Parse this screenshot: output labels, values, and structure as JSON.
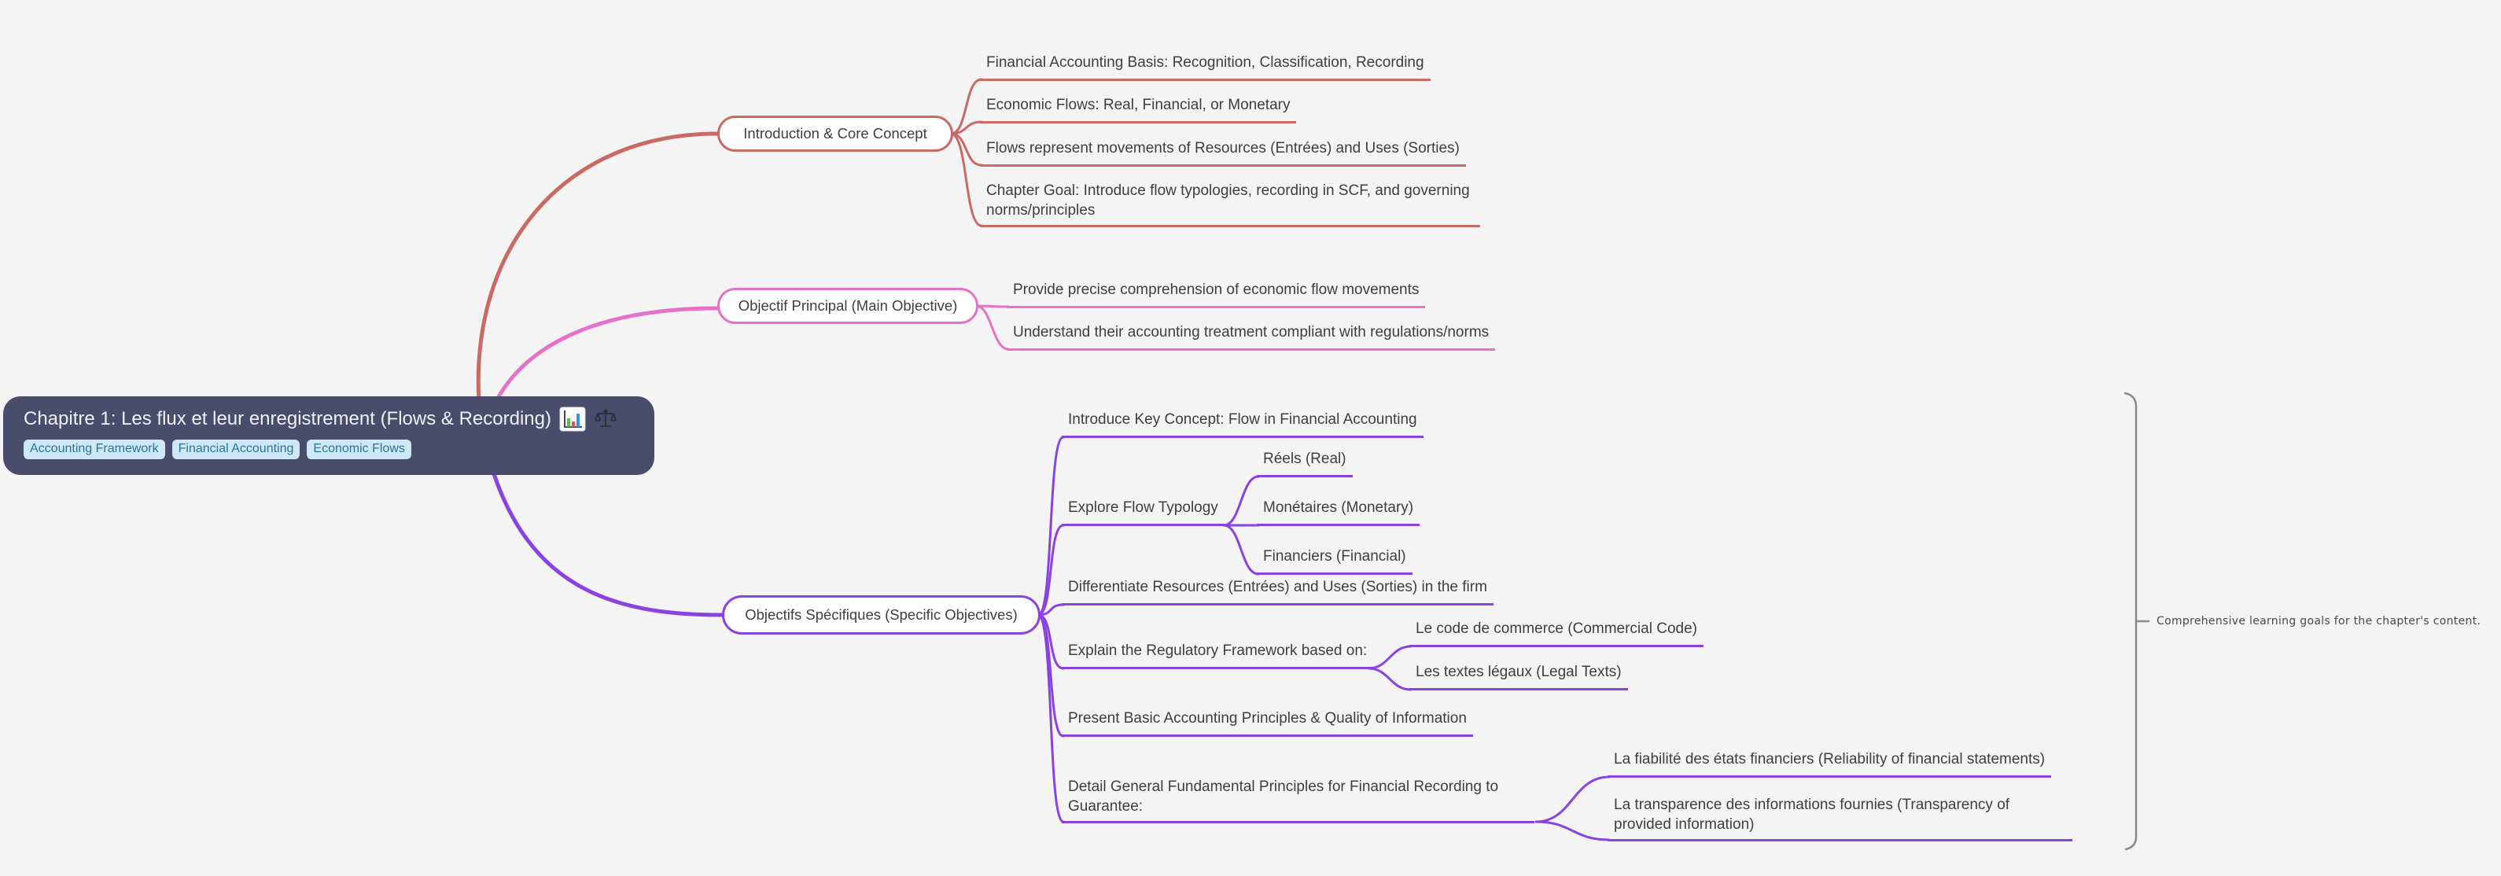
{
  "canvas": {
    "background": "#f4f4f5"
  },
  "root": {
    "title": "Chapitre 1: Les flux et leur enregistrement (Flows & Recording)",
    "icons": [
      "bar-chart-icon",
      "balance-scale-icon"
    ],
    "tags": [
      "Accounting Framework",
      "Financial Accounting",
      "Economic Flows"
    ],
    "colors": {
      "background": "#494c6b",
      "text": "#f0f1f5",
      "tag_bg": "#cde9f7",
      "tag_text": "#2c7396"
    }
  },
  "branches": [
    {
      "label": "Introduction & Core Concept",
      "color": "#c96b63",
      "children": [
        {
          "text": "Financial Accounting Basis: Recognition, Classification, Recording"
        },
        {
          "text": "Economic Flows: Real, Financial, or Monetary"
        },
        {
          "text": "Flows represent movements of Resources (Entrées) and Uses (Sorties)"
        },
        {
          "text": "Chapter Goal: Introduce flow typologies, recording in SCF, and governing norms/principles"
        }
      ]
    },
    {
      "label": "Objectif Principal (Main Objective)",
      "color": "#e571cb",
      "children": [
        {
          "text": "Provide precise comprehension of economic flow movements"
        },
        {
          "text": "Understand their accounting treatment compliant with regulations/norms"
        }
      ]
    },
    {
      "label": "Objectifs Spécifiques (Specific Objectives)",
      "color": "#8a43e0",
      "children": [
        {
          "text": "Introduce Key Concept: Flow in Financial Accounting"
        },
        {
          "text": "Explore Flow Typology",
          "children": [
            {
              "text": "Réels (Real)"
            },
            {
              "text": "Monétaires (Monetary)"
            },
            {
              "text": "Financiers (Financial)"
            }
          ]
        },
        {
          "text": "Differentiate Resources (Entrées) and Uses (Sorties) in the firm"
        },
        {
          "text": "Explain the Regulatory Framework based on:",
          "children": [
            {
              "text": "Le code de commerce (Commercial Code)"
            },
            {
              "text": "Les textes légaux (Legal Texts)"
            }
          ]
        },
        {
          "text": "Present Basic Accounting Principles & Quality of Information"
        },
        {
          "text": "Detail General Fundamental Principles for Financial Recording to Guarantee:",
          "children": [
            {
              "text": "La fiabilité des états financiers (Reliability of financial statements)"
            },
            {
              "text": "La transparence des informations fournies (Transparency of provided information)"
            }
          ]
        }
      ]
    }
  ],
  "annotation": {
    "text": "Comprehensive learning goals for the chapter's content.",
    "color": "#4a4a4a",
    "bracket_color": "#8a8a8a"
  }
}
